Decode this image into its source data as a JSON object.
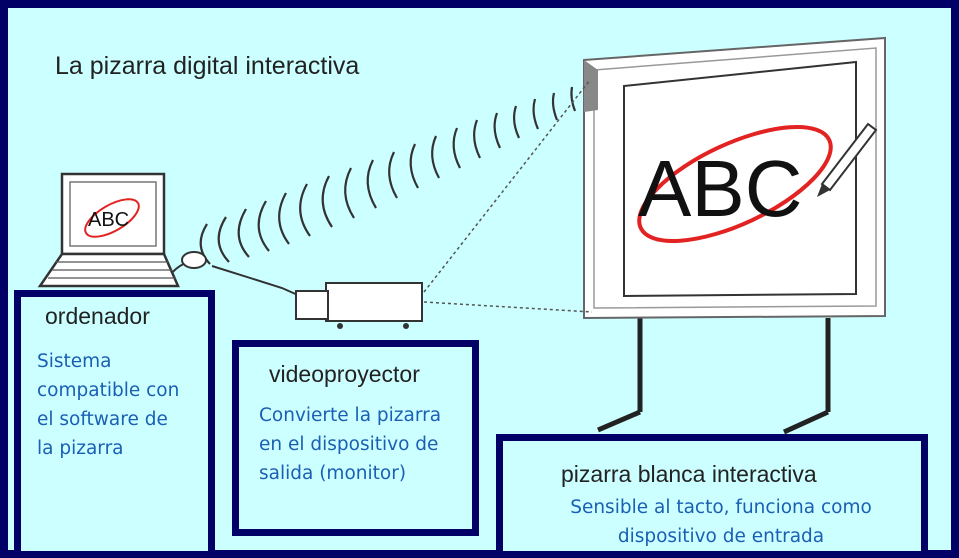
{
  "title": "La pizarra digital interactiva",
  "screen_text": "ABC",
  "laptop_text": "ABC",
  "colors": {
    "background": "#ccffff",
    "frame": "#000066",
    "accent_red": "#e32222",
    "description_text": "#1a5fb4"
  },
  "components": {
    "ordenador": {
      "title": "ordenador",
      "description": "Sistema compatible con el software de la pizarra"
    },
    "videoproyector": {
      "title": "videoproyector",
      "description": "Convierte la pizarra en el dispositivo de salida (monitor)"
    },
    "pizarra": {
      "title": "pizarra blanca interactiva",
      "description": "Sensible al tacto, funciona como dispositivo de entrada"
    }
  }
}
